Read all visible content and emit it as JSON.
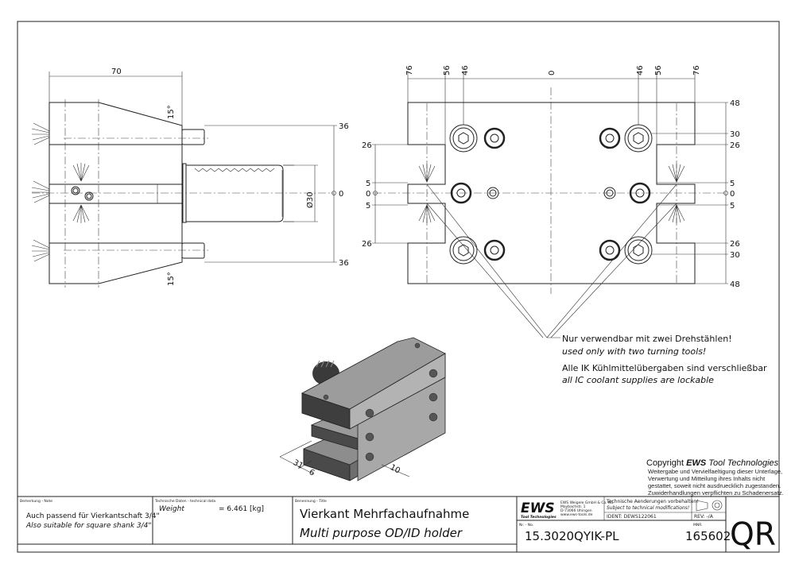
{
  "side_view": {
    "width_dim": "70",
    "angle_top": "15°",
    "angle_bottom": "15°",
    "diameter": "Ø30",
    "height_top": "36",
    "height_zero": "0",
    "height_bottom": "36"
  },
  "front_view": {
    "top_dims": [
      "76",
      "56",
      "46",
      "0",
      "46",
      "56",
      "76"
    ],
    "right_dims": [
      "48",
      "30",
      "26",
      "5",
      "0",
      "5",
      "26",
      "30",
      "48"
    ],
    "left_dims": [
      "26",
      "5",
      "0",
      "5",
      "26"
    ]
  },
  "notes": {
    "line1_de": "Nur verwendbar mit zwei Drehstählen!",
    "line1_en": "used only with two turning tools!",
    "line2_de": "Alle IK Kühlmittelübergaben sind verschließbar",
    "line2_en": "all IC coolant supplies are lockable"
  },
  "iso_view": {
    "dims": [
      "31",
      "6",
      "10"
    ]
  },
  "copyright": {
    "prefix": "Copyright",
    "brand": "EWS",
    "suffix": "Tool Technologies",
    "lines": [
      "Weitergabe und Vervielfaeltigung dieser Unterlage,",
      "Verwertung und Mitteilung ihres Inhalts nicht",
      "gestattet, soweit nicht ausdruecklich zugestanden.",
      "Zuwiderhandlungen verpflichten zu Schadenersatz."
    ]
  },
  "title_block": {
    "note_label": "Bemerkung - Note",
    "note_de": "Auch passend für Vierkantschaft 3/4\"",
    "note_en": "Also suitable for square shank 3/4\"",
    "tech_label": "Technische Daten - technical data",
    "weight_label": "Weight",
    "weight_value": "= 6.461 [kg]",
    "title_label": "Benennung - Title",
    "title_de": "Vierkant Mehrfachaufnahme",
    "title_en": "Multi purpose OD/ID holder",
    "logo_text": "EWS",
    "logo_sub": "Tool Technologies",
    "company": [
      "EWS Weigele GmbH & Co. KG",
      "Maybachstr. 1",
      "D-73066 Uhingen",
      "www.ews-tools.de"
    ],
    "changes_de": "Technische Aenderungen vorbehalten!",
    "changes_en": "Subject to technical modifications!",
    "ident": "IDENT:  DEWS122061",
    "rev": "REV:  -/A",
    "nr_label": "Nr. - No.",
    "part_number": "15.3020QYIK-PL",
    "mnr_label": "MNR.",
    "mnr": "165602",
    "code": "QR"
  }
}
